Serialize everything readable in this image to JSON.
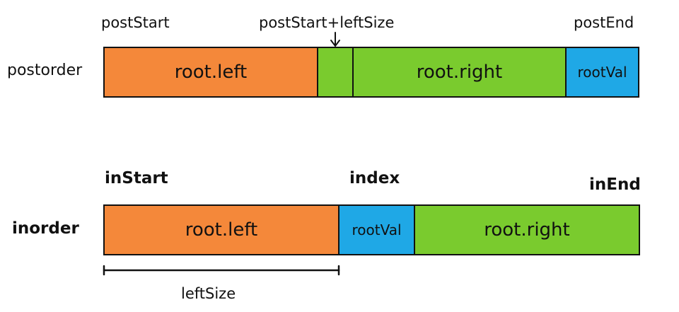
{
  "postorder": {
    "row_label": "postorder",
    "marker_start": "postStart",
    "marker_mid": "postStart+leftSize",
    "marker_end": "postEnd",
    "segments": {
      "left": "root.left",
      "right": "root.right",
      "root": "rootVal"
    }
  },
  "inorder": {
    "row_label": "inorder",
    "marker_start": "inStart",
    "marker_index": "index",
    "marker_end": "inEnd",
    "segments": {
      "left": "root.left",
      "root": "rootVal",
      "right": "root.right"
    },
    "span_label": "leftSize"
  },
  "colors": {
    "left": "#F4883A",
    "right": "#7ACB2E",
    "root": "#1FA8E6",
    "outline": "#111111"
  }
}
